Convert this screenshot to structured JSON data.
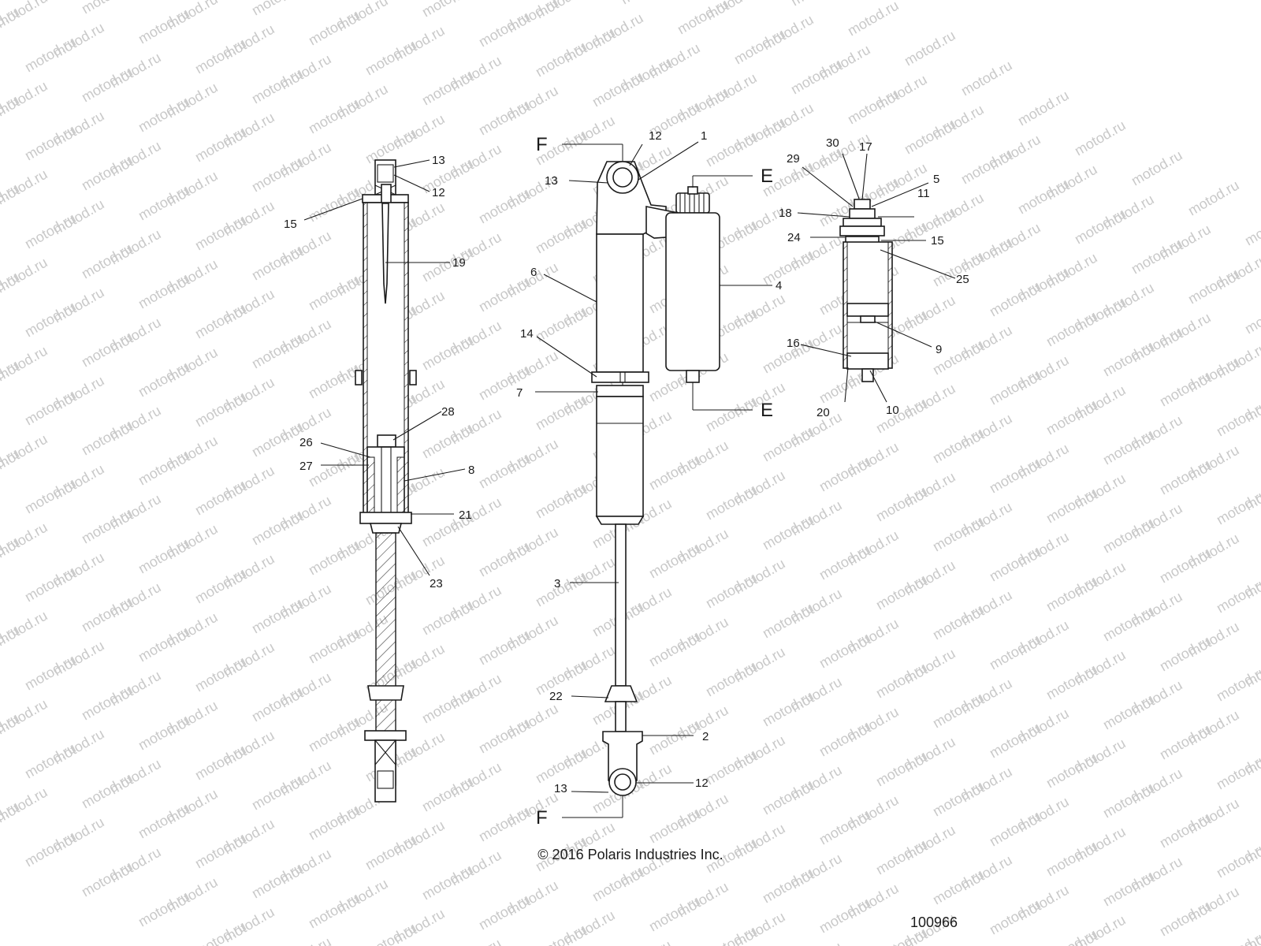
{
  "watermark": {
    "text": "motod.ru"
  },
  "section_markers": {
    "f": "F",
    "e": "E"
  },
  "callouts": {
    "left_view": [
      "13",
      "12",
      "15",
      "19",
      "28",
      "26",
      "27",
      "8",
      "21",
      "23"
    ],
    "center_view": [
      "12",
      "1",
      "13",
      "6",
      "4",
      "14",
      "7",
      "3",
      "22",
      "2",
      "13",
      "12"
    ],
    "right_view": [
      "30",
      "17",
      "29",
      "5",
      "18",
      "11",
      "24",
      "15",
      "25",
      "9",
      "16",
      "20",
      "10"
    ]
  },
  "footer": {
    "copyright": "© 2016 Polaris Industries Inc.",
    "document_number": "100966"
  }
}
